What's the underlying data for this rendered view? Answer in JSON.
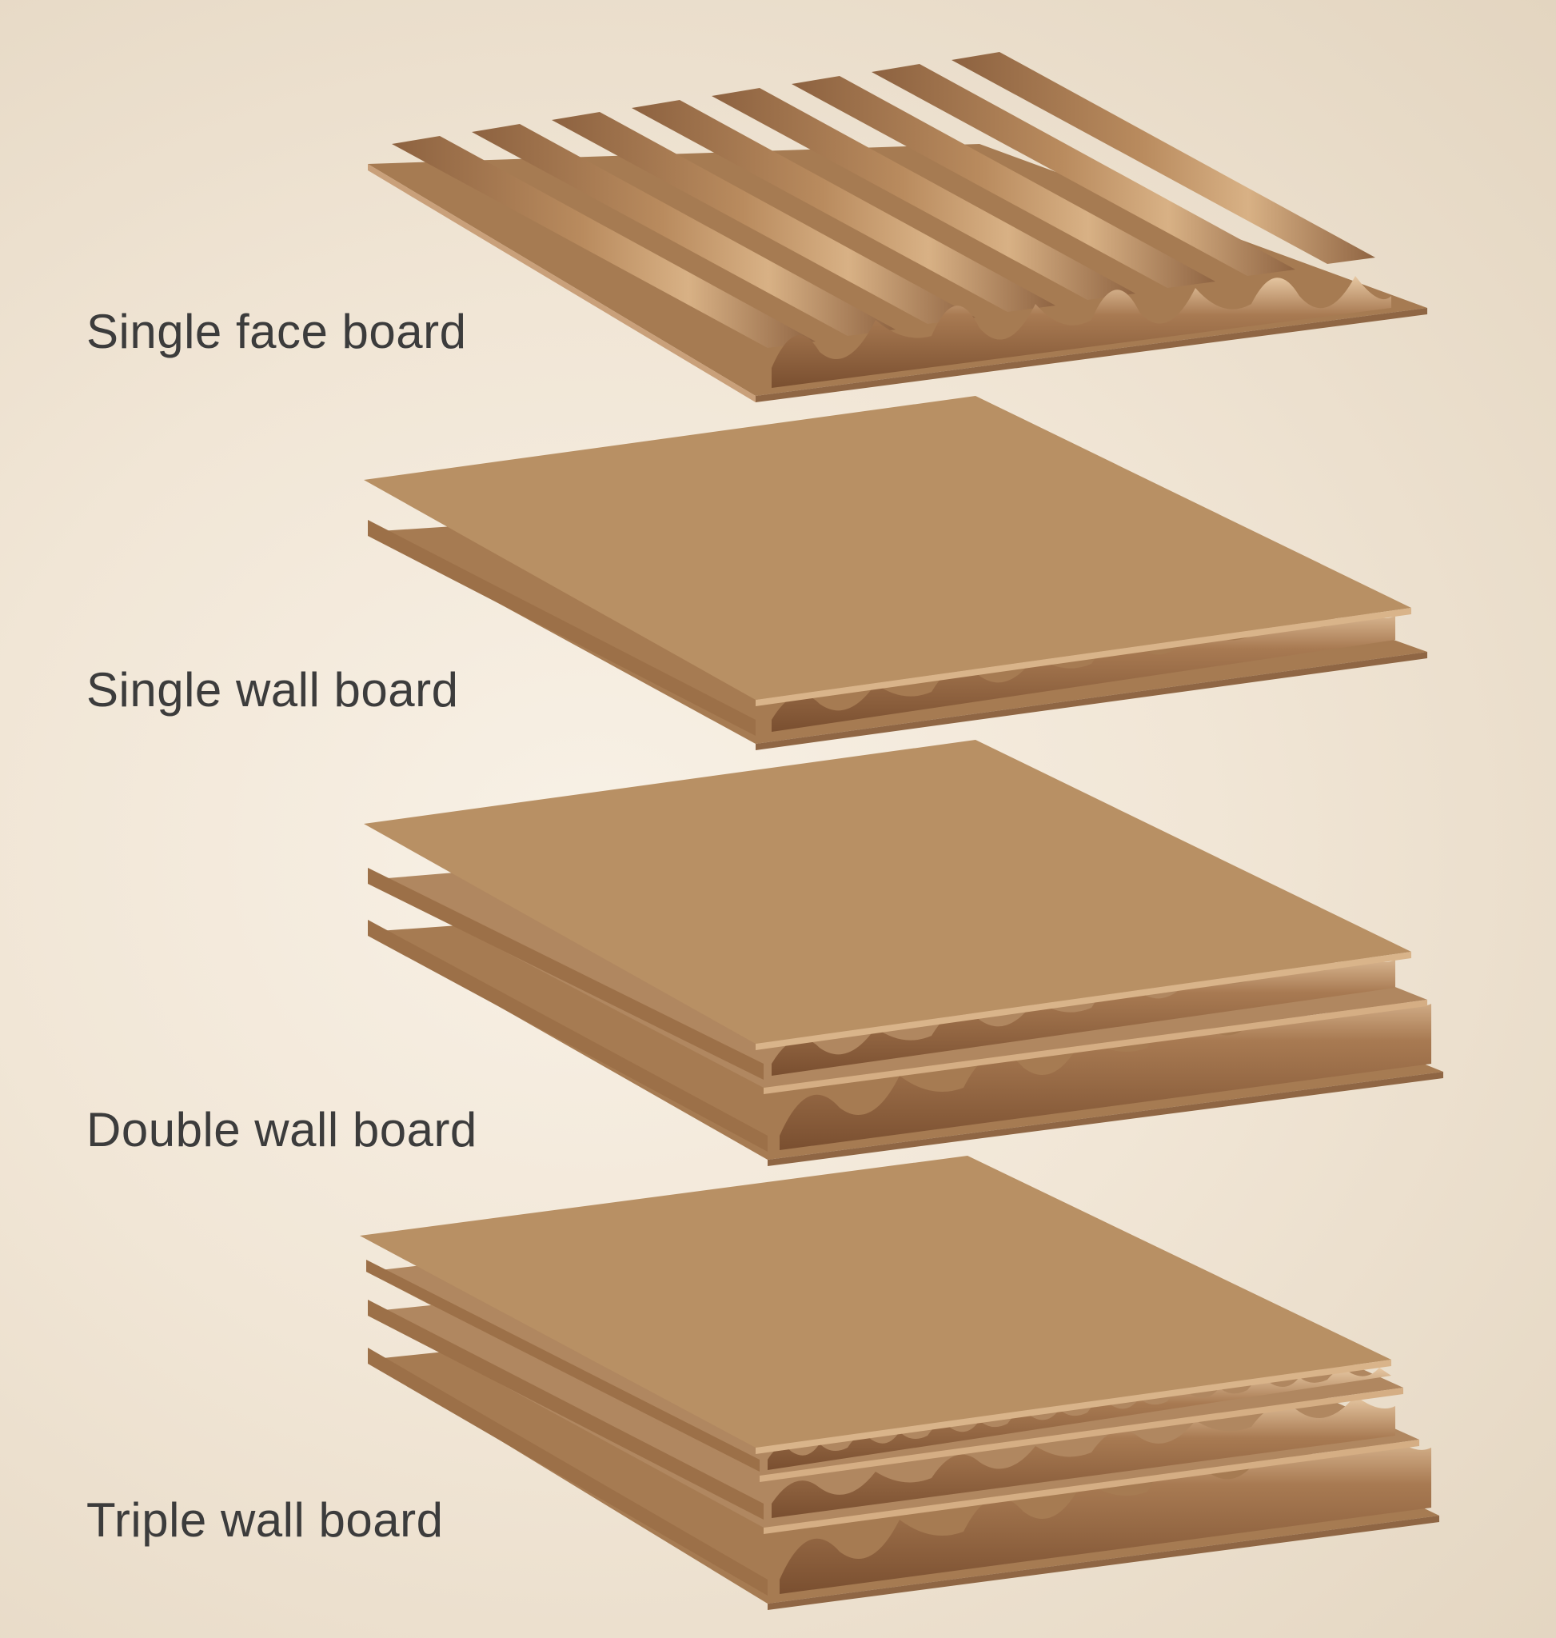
{
  "labels": {
    "single_face": "Single face board",
    "single_wall": "Single wall board",
    "double_wall": "Double wall board",
    "triple_wall": "Triple wall board"
  },
  "colors": {
    "background": "#f1e6d6",
    "liner": "#b89064",
    "liner_light": "#d9b48a",
    "liner_edge": "#8f6644",
    "flute_dark": "#7a4f30",
    "flute_mid": "#a87a52",
    "flute_light": "#e7c8a3",
    "label_text": "#3c3c3c"
  }
}
